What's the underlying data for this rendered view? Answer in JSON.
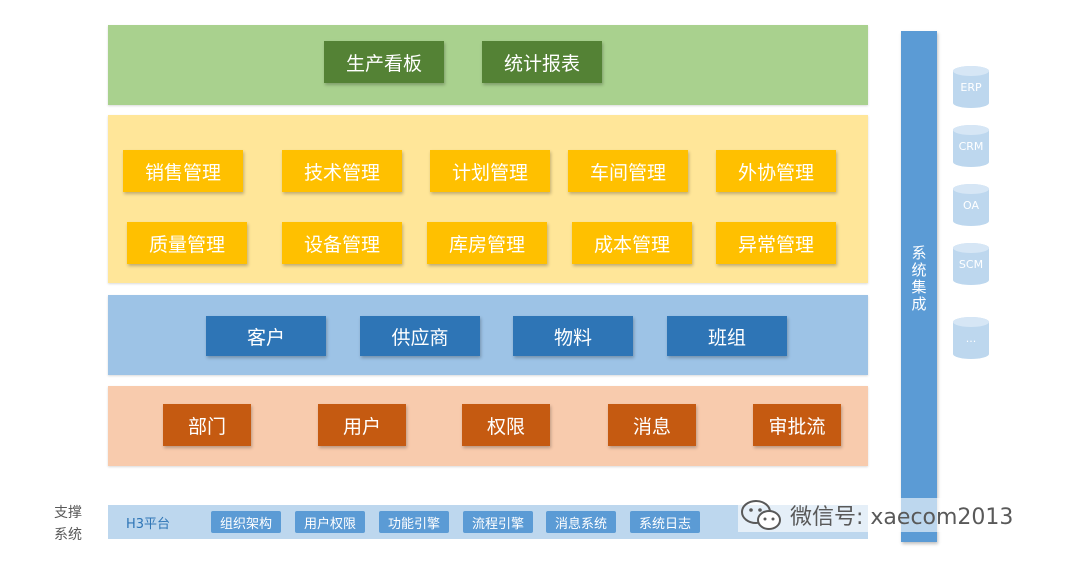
{
  "presentation_layer": [
    "生产看板",
    "统计报表"
  ],
  "business_layer": {
    "row1": [
      "销售管理",
      "技术管理",
      "计划管理",
      "车间管理",
      "外协管理"
    ],
    "row2": [
      "质量管理",
      "设备管理",
      "库房管理",
      "成本管理",
      "异常管理"
    ]
  },
  "master_data_layer": [
    "客户",
    "供应商",
    "物料",
    "班组"
  ],
  "base_layer": [
    "部门",
    "用户",
    "权限",
    "消息",
    "审批流"
  ],
  "support": {
    "label_line1": "支撑",
    "label_line2": "系统",
    "platform": "H3平台",
    "items": [
      "组织架构",
      "用户权限",
      "功能引擎",
      "流程引擎",
      "消息系统",
      "系统日志"
    ]
  },
  "integration": {
    "title": "系统集成",
    "systems": [
      "ERP",
      "CRM",
      "OA",
      "SCM",
      "..."
    ]
  },
  "watermark": "微信号: xaecom2013",
  "colors": {
    "green_layer": "#a9d18e",
    "green_box": "#548235",
    "yellow_layer": "#ffe699",
    "yellow_box": "#ffc000",
    "blue_layer": "#9dc3e6",
    "blue_box": "#2e75b6",
    "orange_layer": "#f8cbad",
    "orange_box": "#c55a11",
    "integration_bar": "#5b9bd5",
    "cylinder": "#bdd7ee"
  }
}
